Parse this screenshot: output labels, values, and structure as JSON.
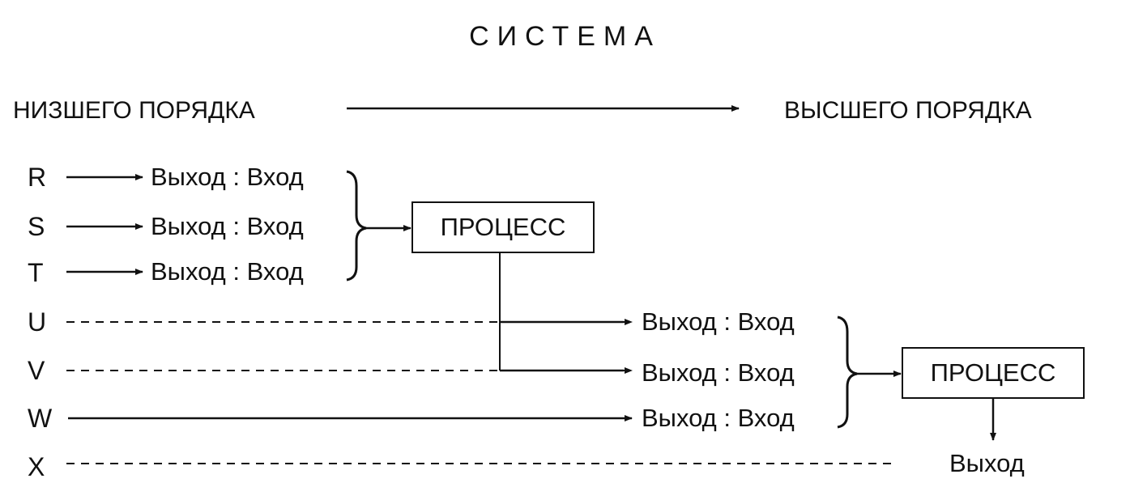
{
  "title": "СИСТЕМА",
  "header": {
    "left": "НИЗШЕГО ПОРЯДКА",
    "right": "ВЫСШЕГО ПОРЯДКА"
  },
  "inputs": {
    "r": "R",
    "s": "S",
    "t": "T",
    "u": "U",
    "v": "V",
    "w": "W",
    "x": "X"
  },
  "stage1": {
    "rows": [
      "Выход : Вход",
      "Выход : Вход",
      "Выход : Вход"
    ],
    "process": "ПРОЦЕСС"
  },
  "stage2": {
    "rows": [
      "Выход : Вход",
      "Выход : Вход",
      "Выход : Вход"
    ],
    "process": "ПРОЦЕСС",
    "output": "Выход"
  }
}
